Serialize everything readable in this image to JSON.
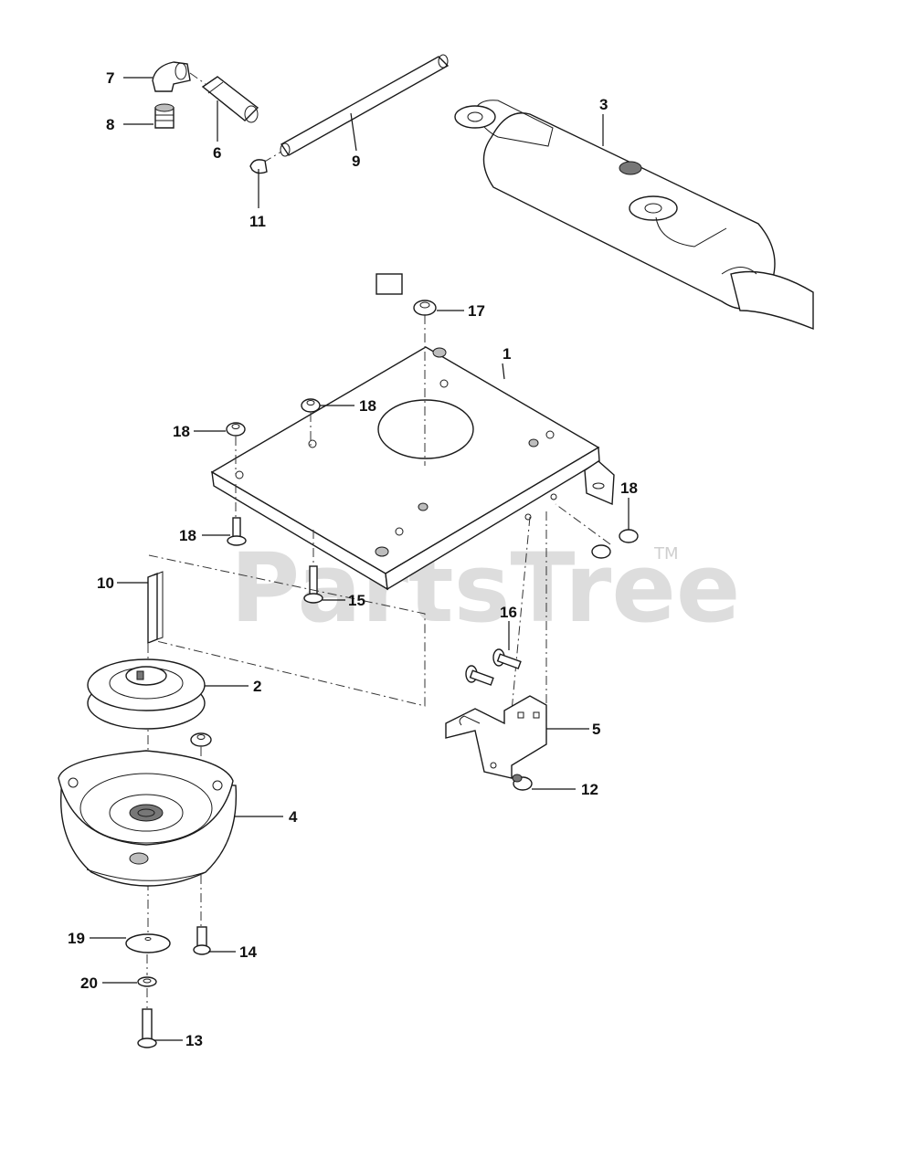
{
  "watermark": {
    "text": "PartsTree",
    "trademark": "TM"
  },
  "callouts": [
    {
      "id": "7",
      "label": "7"
    },
    {
      "id": "8",
      "label": "8"
    },
    {
      "id": "6",
      "label": "6"
    },
    {
      "id": "9",
      "label": "9"
    },
    {
      "id": "11",
      "label": "11"
    },
    {
      "id": "3",
      "label": "3"
    },
    {
      "id": "17",
      "label": "17"
    },
    {
      "id": "1",
      "label": "1"
    },
    {
      "id": "18a",
      "label": "18"
    },
    {
      "id": "18b",
      "label": "18"
    },
    {
      "id": "18c",
      "label": "18"
    },
    {
      "id": "18d",
      "label": "18"
    },
    {
      "id": "10",
      "label": "10"
    },
    {
      "id": "15",
      "label": "15"
    },
    {
      "id": "16",
      "label": "16"
    },
    {
      "id": "2",
      "label": "2"
    },
    {
      "id": "5",
      "label": "5"
    },
    {
      "id": "4",
      "label": "4"
    },
    {
      "id": "12",
      "label": "12"
    },
    {
      "id": "19",
      "label": "19"
    },
    {
      "id": "14",
      "label": "14"
    },
    {
      "id": "20",
      "label": "20"
    },
    {
      "id": "13",
      "label": "13"
    }
  ]
}
